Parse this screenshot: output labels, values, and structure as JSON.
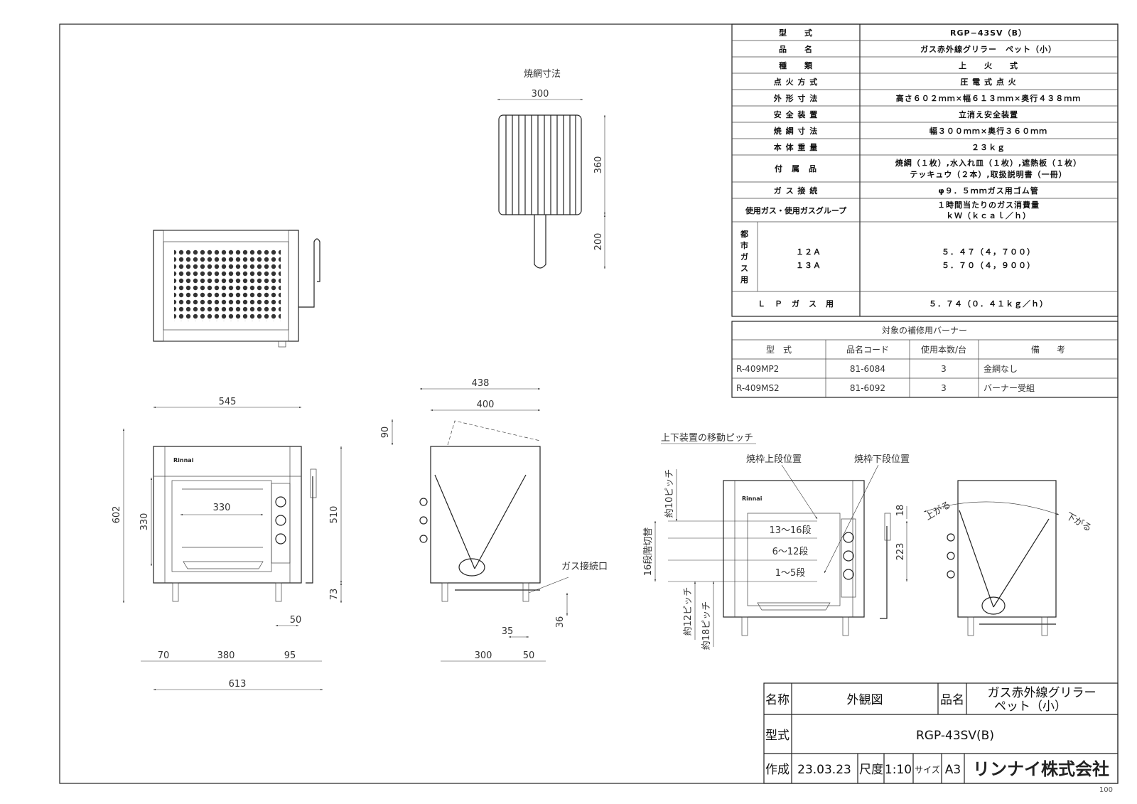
{
  "spec_table": {
    "rows": [
      {
        "label": "型　　式",
        "value": "RGP−43SV（B）"
      },
      {
        "label": "品　　名",
        "value": "ガス赤外線グリラー　ペット（小）"
      },
      {
        "label": "種　　類",
        "value": "上　　火　　式"
      },
      {
        "label": "点 火 方 式",
        "value": "圧 電 式 点 火"
      },
      {
        "label": "外 形 寸 法",
        "value": "高さ６０２ｍｍ×幅６１３ｍｍ×奥行４３８ｍｍ"
      },
      {
        "label": "安 全 装 置",
        "value": "立消え安全装置"
      },
      {
        "label": "焼 網 寸 法",
        "value": "幅３００ｍｍ×奥行３６０ｍｍ"
      },
      {
        "label": "本 体 重 量",
        "value": "２３ｋｇ"
      },
      {
        "label": "付　属　品",
        "value": "焼網（１枚）,水入れ皿（１枚）,遮熱板（１枚）",
        "value2": "テッキュウ（２本）,取扱説明書（一冊）"
      },
      {
        "label": "ガ ス 接 続",
        "value": "φ９．５ｍｍガス用ゴム管"
      },
      {
        "label": "使用ガス・使用ガスグループ",
        "value": "１時間当たりのガス消費量",
        "value2": "ｋＷ（ｋｃａｌ／ｈ）"
      }
    ],
    "city_gas_label": [
      "都",
      "市",
      "ガ",
      "ス",
      "用"
    ],
    "city_gas": [
      {
        "group": "１２Ａ",
        "value": "５．４７（４，７００）"
      },
      {
        "group": "１３Ａ",
        "value": "５．７０（４，９００）"
      }
    ],
    "lp": {
      "label": "Ｌ　Ｐ　ガ　ス　用",
      "value": "５．７４（０．４１ｋｇ／ｈ）"
    }
  },
  "burner_table": {
    "title": "対象の補修用バーナー",
    "headers": [
      "型　式",
      "品名コード",
      "使用本数/台",
      "備　　考"
    ],
    "rows": [
      [
        "R-409MP2",
        "81-6084",
        "3",
        "金網なし"
      ],
      [
        "R-409MS2",
        "81-6092",
        "3",
        "バーナー受組"
      ]
    ]
  },
  "grill_net": {
    "title": "焼網寸法",
    "dims": {
      "w": "300",
      "d": "360",
      "handle": "200"
    }
  },
  "front_view": {
    "brand": "Rinnai",
    "dims": {
      "top": "545",
      "height": "602",
      "inner_h": "330",
      "inner_w": "330",
      "body_h": "510",
      "leg": "73",
      "d50": "50",
      "d70": "70",
      "d380": "380",
      "d95": "95",
      "total_w": "613"
    }
  },
  "side_view": {
    "dims": {
      "depth": "438",
      "depth2": "400",
      "lid": "90",
      "d35": "35",
      "d36": "36",
      "d300": "300",
      "d50": "50"
    },
    "gas_label": "ガス接続口"
  },
  "pitch_view": {
    "title": "上下装置の移動ピッチ",
    "upper_label": "焼枠上段位置",
    "lower_label": "焼枠下段位置",
    "brand": "Rinnai",
    "levels": [
      "13〜16段",
      "6〜12段",
      "1〜5段"
    ],
    "dims": {
      "d18": "18",
      "d223": "223"
    },
    "vert_labels": [
      "約10ピッチ",
      "16段階切替",
      "約12ピッチ",
      "約18ピッチ"
    ],
    "up_label": "上がる",
    "down_label": "下がる"
  },
  "title_block": {
    "name_label": "名称",
    "name_value": "外観図",
    "product_label": "品名",
    "product_value": [
      "ガス赤外線グリラー",
      "ペット（小）"
    ],
    "model_label": "型式",
    "model_value": "RGP-43SV(B)",
    "made_label": "作成",
    "made_value": "23.03.23",
    "scale_label": "尺度",
    "scale_value": "1:10",
    "size_label": "サイズ",
    "size_value": "A3",
    "company": "リンナイ株式会社"
  },
  "page_number": "100"
}
